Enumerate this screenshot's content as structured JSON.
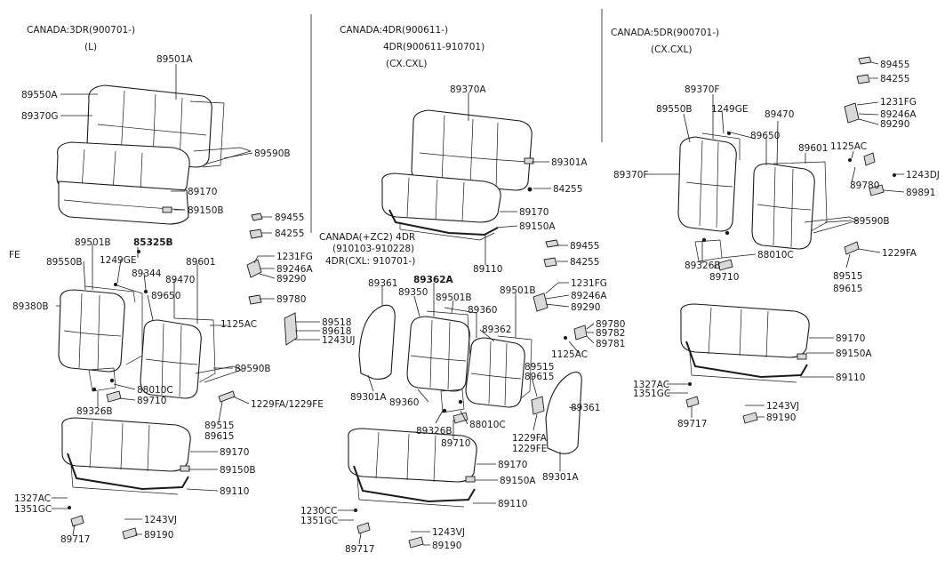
{
  "headers": {
    "canada_3dr": "CANADA:3DR(900701-)",
    "canada_3dr_sub": "(L)",
    "canada_4dr": "CANADA:4DR(900611-)",
    "canada_4dr_range": "4DR(900611-910701)",
    "canada_4dr_sub": "(CX.CXL)",
    "canada_5dr": "CANADA:5DR(900701-)",
    "canada_5dr_sub": "(CX.CXL)",
    "fe": "FE",
    "canada_zc2": "CANADA(+ZC2) 4DR",
    "canada_zc2_range": "(910103-910228)",
    "canada_zc2_cxl": "4DR(CXL: 910701-)"
  },
  "labels": {
    "l1": "89501A",
    "l2": "89550A",
    "l3": "89370G",
    "l4": "89590B",
    "l5": "89170",
    "l6": "89150B",
    "l7": "89455",
    "l8": "84255",
    "l9": "89501B",
    "l10": "85325B",
    "l11": "89550B",
    "l12": "1249GE",
    "l13": "89344",
    "l14": "89601",
    "l15": "89470",
    "l16": "89380B",
    "l17": "89650",
    "l18": "1125AC",
    "l19": "1231FG",
    "l20": "89246A",
    "l21": "89290",
    "l22": "89780",
    "l23": "89518",
    "l24": "89618",
    "l25": "1243UJ",
    "l26": "89590B",
    "l27": "88010C",
    "l28": "89710",
    "l29": "89326B",
    "l30": "1229FA/1229FE",
    "l31": "89515",
    "l32": "89615",
    "l33": "89170",
    "l34": "89150B",
    "l35": "89110",
    "l36": "1327AC",
    "l37": "1351GC",
    "l38": "89717",
    "l39": "1243VJ",
    "l40": "89190",
    "m1": "89370A",
    "m2": "89301A",
    "m3": "84255",
    "m4": "89170",
    "m5": "89150A",
    "m6": "89110",
    "m7": "89455",
    "m8": "84255",
    "m9": "1231FG",
    "m10": "89246A",
    "m11": "89290",
    "m12": "89361",
    "m13": "89362A",
    "m14": "89350",
    "m15": "89501B",
    "m16": "89501B",
    "m17": "89360",
    "m18": "89362",
    "m19": "89780",
    "m20": "89782",
    "m21": "89781",
    "m22": "1125AC",
    "m23": "89515",
    "m24": "89615",
    "m25": "89301A",
    "m26": "89360",
    "m27": "88010C",
    "m28": "89326B",
    "m29": "89710",
    "m30": "1229FA",
    "m31": "1229FE",
    "m32": "89361",
    "m33": "89301A",
    "m34": "89170",
    "m35": "89150A",
    "m36": "89110",
    "m37": "1230CC",
    "m38": "1351GC",
    "m39": "89717",
    "m40": "1243VJ",
    "m41": "89190",
    "r1": "89455",
    "r2": "84255",
    "r3": "89370F",
    "r4": "1231FG",
    "r5": "89550B",
    "r6": "1249GE",
    "r7": "89470",
    "r8": "89246A",
    "r9": "89290",
    "r10": "89650",
    "r11": "89601",
    "r12": "1125AC",
    "r13": "89370F",
    "r14": "1243DJ",
    "r15": "89780",
    "r16": "89891",
    "r17": "89590B",
    "r18": "88010C",
    "r19": "89326B",
    "r20": "89710",
    "r21": "89515",
    "r22": "89615",
    "r23": "1229FA",
    "r24": "89170",
    "r25": "89150A",
    "r26": "1327AC",
    "r27": "1351GC",
    "r28": "89110",
    "r29": "89717",
    "r30": "1243VJ",
    "r31": "89190"
  }
}
